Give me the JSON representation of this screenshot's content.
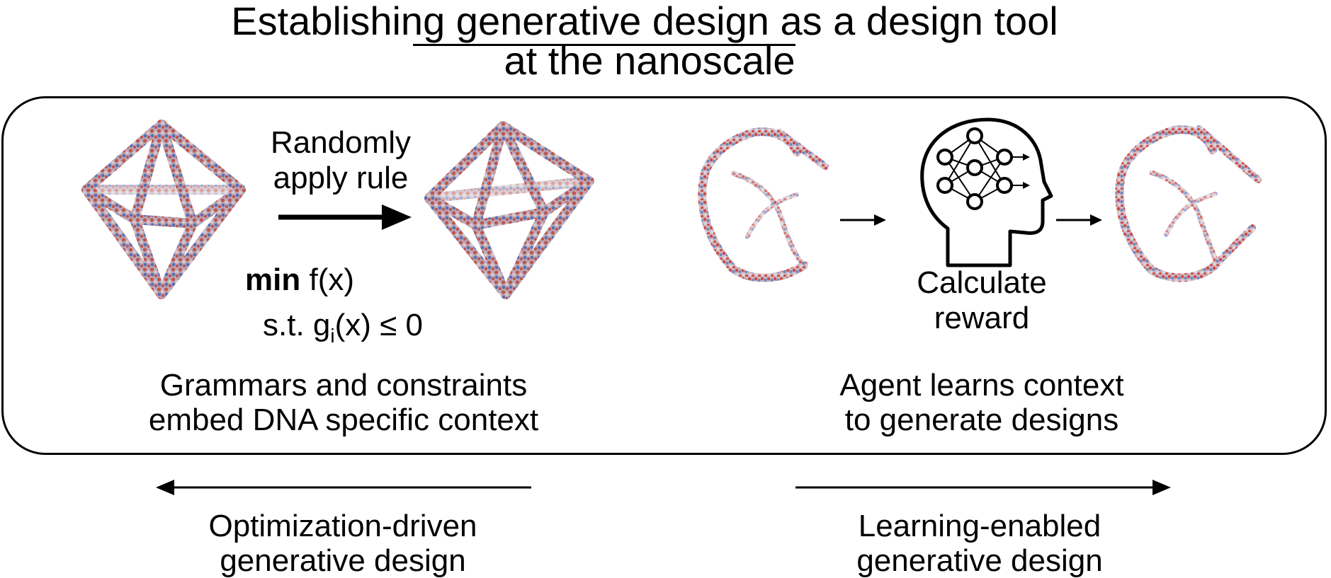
{
  "title": {
    "before": "Establishing",
    "highlight": "generative design",
    "after": "as a design tool",
    "line2": "at the nanoscale"
  },
  "left": {
    "arrow_label_1": "Randomly",
    "arrow_label_2": "apply rule",
    "objective_keyword": "min",
    "objective": "f(x)",
    "constraint_prefix": "s.t. g",
    "constraint_sub": "i",
    "constraint_suffix": "(x) ≤ 0",
    "caption_1": "Grammars and constraints",
    "caption_2": "embed DNA specific context"
  },
  "right": {
    "brain_label_1": "Calculate",
    "brain_label_2": "reward",
    "caption_1": "Agent learns context",
    "caption_2": "to generate designs"
  },
  "bottom": {
    "left_1": "Optimization-driven",
    "left_2": "generative design",
    "right_1": "Learning-enabled",
    "right_2": "generative design"
  },
  "colors": {
    "ink": "#000000",
    "dna_red": "#c0554f",
    "dna_blue": "#5a6fb4",
    "dna_grey": "#a9a2b0"
  },
  "icons": [
    "dna-octahedron-icon",
    "dna-octahedron-modified-icon",
    "dna-structure-icon",
    "ai-head-icon"
  ]
}
